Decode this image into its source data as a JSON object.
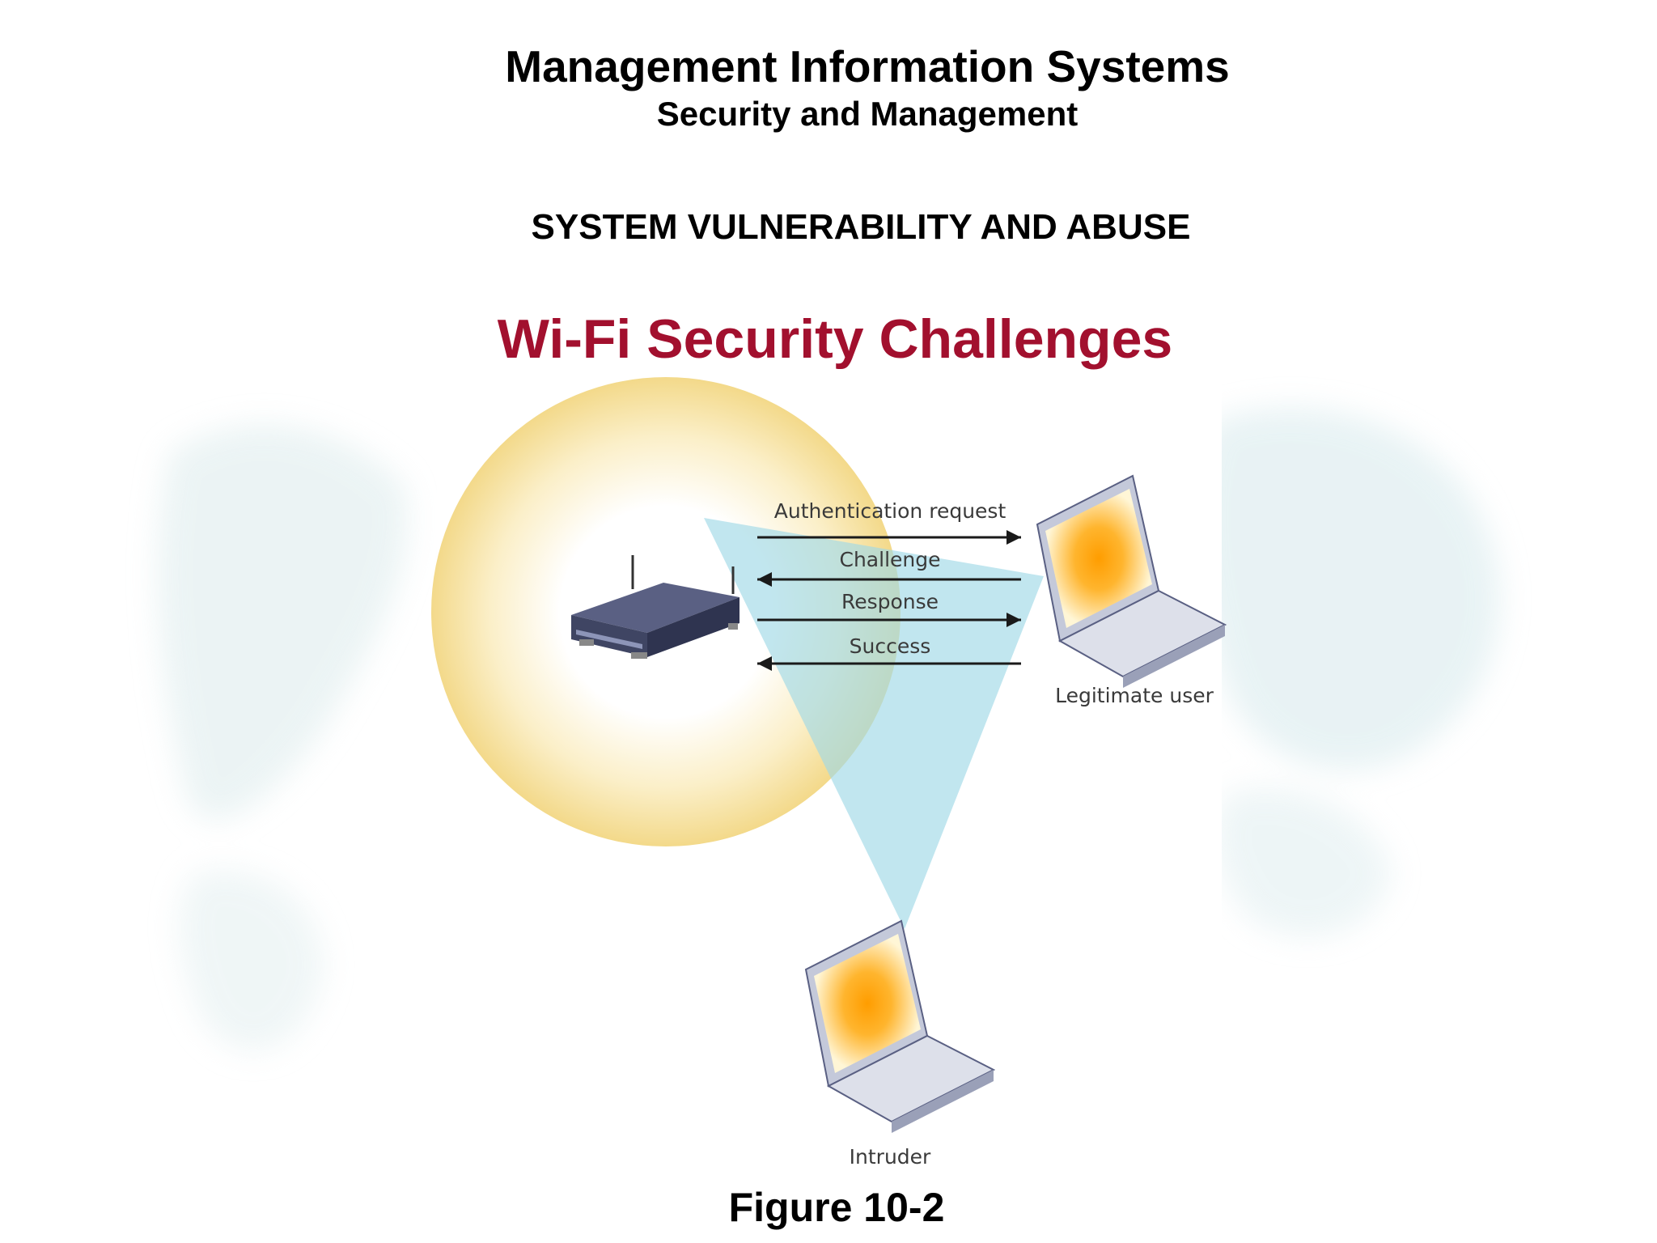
{
  "header": {
    "title": "Management Information Systems",
    "subtitle": "Security and Management"
  },
  "section": "SYSTEM VULNERABILITY AND ABUSE",
  "slide_title": "Wi-Fi Security Challenges",
  "diagram": {
    "messages": [
      "Authentication request",
      "Challenge",
      "Response",
      "Success"
    ],
    "nodes": {
      "legitimate_user": "Legitimate user",
      "intruder": "Intruder"
    },
    "colors": {
      "title_red": "#a2102e",
      "signal_glow": "#f3d98a",
      "intercept_beam": "#9fd8e6",
      "router": "#3f4563",
      "screen_center": "#ffa500"
    }
  },
  "caption": "Figure 10-2"
}
